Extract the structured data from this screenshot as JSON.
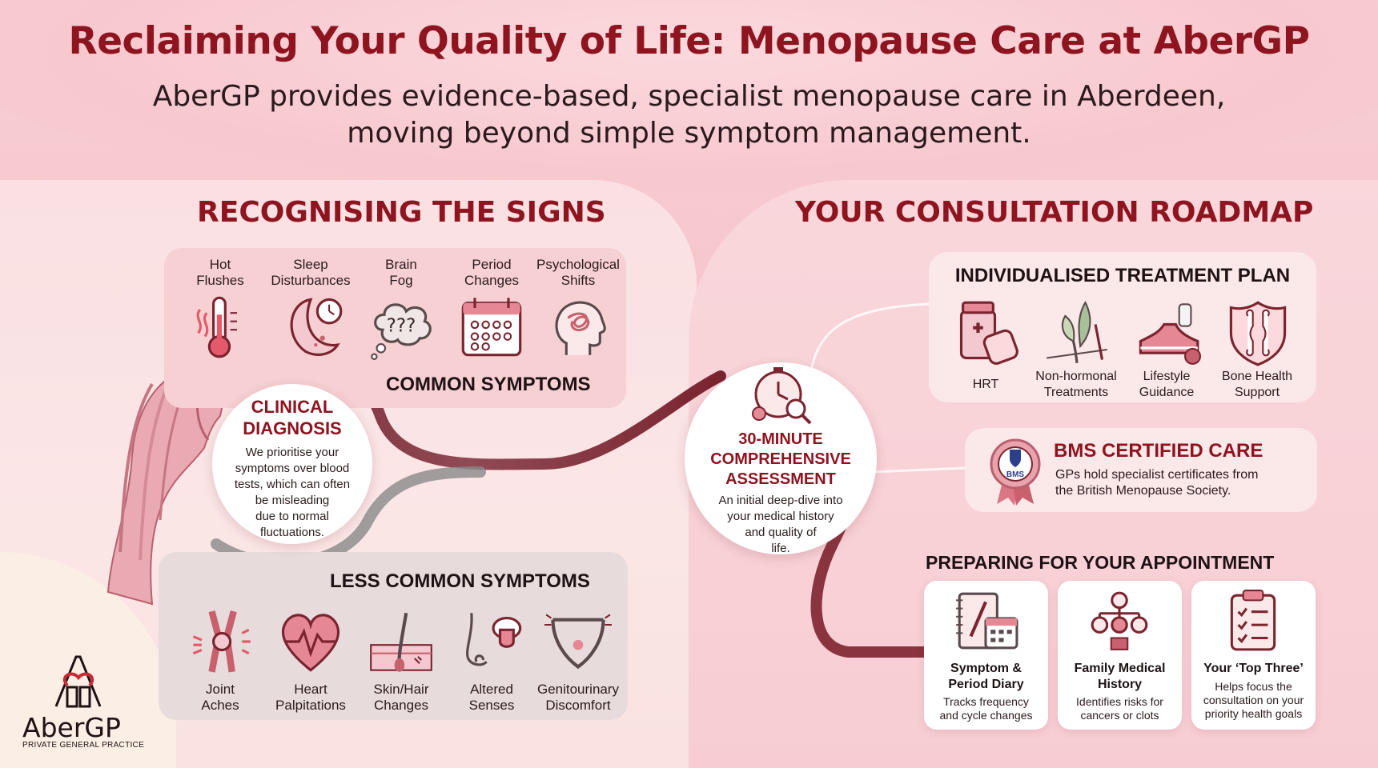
{
  "header": {
    "title": "Reclaiming Your Quality of Life: Menopause Care at AberGP",
    "subtitle_line1": "AberGP provides evidence-based, specialist menopause care in Aberdeen,",
    "subtitle_line2": "moving beyond simple symptom management."
  },
  "left": {
    "heading": "RECOGNISING THE SIGNS",
    "common": {
      "title": "COMMON SYMPTOMS",
      "items": [
        {
          "l1": "Hot",
          "l2": "Flushes",
          "icon": "thermometer-icon"
        },
        {
          "l1": "Sleep",
          "l2": "Disturbances",
          "icon": "moon-clock-icon"
        },
        {
          "l1": "Brain",
          "l2": "Fog",
          "icon": "thought-cloud-icon"
        },
        {
          "l1": "Period",
          "l2": "Changes",
          "icon": "calendar-icon"
        },
        {
          "l1": "Psychological",
          "l2": "Shifts",
          "icon": "head-profile-icon"
        }
      ]
    },
    "less": {
      "title": "LESS COMMON SYMPTOMS",
      "items": [
        {
          "l1": "Joint",
          "l2": "Aches",
          "icon": "knee-joint-icon"
        },
        {
          "l1": "Heart",
          "l2": "Palpitations",
          "icon": "heart-pulse-icon"
        },
        {
          "l1": "Skin/Hair",
          "l2": "Changes",
          "icon": "skin-hair-icon"
        },
        {
          "l1": "Altered",
          "l2": "Senses",
          "icon": "nose-tongue-icon"
        },
        {
          "l1": "Genitourinary",
          "l2": "Discomfort",
          "icon": "pelvis-icon"
        }
      ]
    },
    "diagnosis": {
      "title_l1": "CLINICAL",
      "title_l2": "DIAGNOSIS",
      "body": [
        "We prioritise your",
        "symptoms over blood",
        "tests, which can often",
        "be misleading",
        "due to normal",
        "fluctuations."
      ]
    }
  },
  "center": {
    "title": [
      "30-MINUTE",
      "COMPREHENSIVE",
      "ASSESSMENT"
    ],
    "body": [
      "An initial deep-dive into",
      "your medical history",
      "and quality of",
      "life."
    ]
  },
  "right": {
    "heading": "YOUR CONSULTATION ROADMAP",
    "plan": {
      "title": "INDIVIDUALISED TREATMENT PLAN",
      "items": [
        {
          "l1": "HRT",
          "l2": "",
          "icon": "medication-bottle-icon"
        },
        {
          "l1": "Non-hormonal",
          "l2": "Treatments",
          "icon": "herbal-plant-icon"
        },
        {
          "l1": "Lifestyle",
          "l2": "Guidance",
          "icon": "sneaker-icon"
        },
        {
          "l1": "Bone Health",
          "l2": "Support",
          "icon": "bone-shield-icon"
        }
      ]
    },
    "bms": {
      "title": "BMS CERTIFIED CARE",
      "badge": "BMS",
      "body_l1": "GPs hold specialist certificates from",
      "body_l2": "the British Menopause Society."
    },
    "prep": {
      "heading": "PREPARING FOR YOUR APPOINTMENT",
      "items": [
        {
          "t1": "Symptom &",
          "t2": "Period Diary",
          "d1": "Tracks frequency",
          "d2": "and cycle changes",
          "d3": "",
          "icon": "diary-calendar-icon"
        },
        {
          "t1": "Family Medical",
          "t2": "History",
          "d1": "Identifies risks for",
          "d2": "cancers or clots",
          "d3": "",
          "icon": "family-tree-icon"
        },
        {
          "t1": "Your ‘Top Three’",
          "t2": "",
          "d1": "Helps focus the",
          "d2": "consultation on your",
          "d3": "priority health goals",
          "icon": "checklist-icon"
        }
      ]
    }
  },
  "logo": {
    "name": "AberGP",
    "tagline": "PRIVATE GENERAL PRACTICE"
  },
  "colors": {
    "brand_red": "#8e1420",
    "accent_pink": "#c9707a",
    "dark_text": "#1e1214"
  }
}
